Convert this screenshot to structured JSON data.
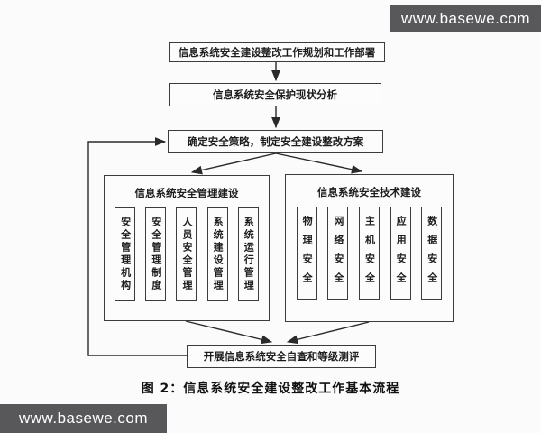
{
  "watermarks": {
    "top": {
      "text": "www.basewe.com",
      "bg_color": "#58585a",
      "text_color": "#ffffff"
    },
    "bottom": {
      "text": "www.basewe.com",
      "bg_color": "#58585a",
      "text_color": "#ffffff"
    }
  },
  "flowchart": {
    "nodes": {
      "plan": "信息系统安全建设整改工作规划和工作部署",
      "status_analysis": "信息系统安全保护现状分析",
      "strategy": "确定安全策略，制定安全建设整改方案",
      "review": "开展信息系统安全自查和等级测评"
    },
    "management_group": {
      "title": "信息系统安全管理建设",
      "items": [
        "安全管理机构",
        "安全管理制度",
        "人员安全管理",
        "系统建设管理",
        "系统运行管理"
      ]
    },
    "technical_group": {
      "title": "信息系统安全技术建设",
      "items": [
        "物理安全",
        "网络安全",
        "主机安全",
        "应用安全",
        "数据安全"
      ]
    },
    "caption": "图 2：信息系统安全建设整改工作基本流程",
    "style": {
      "line_color": "#2a2a2a",
      "border_color": "#3c3c3c",
      "background": "#fbfbfb"
    }
  }
}
